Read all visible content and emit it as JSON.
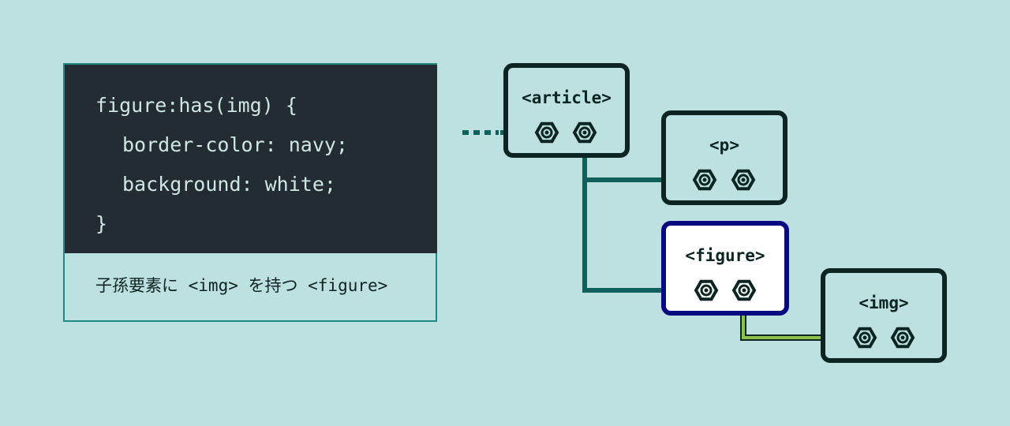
{
  "code": {
    "lines": [
      "figure:has(img) {",
      "border-color: navy;",
      "background: white;",
      "}"
    ],
    "caption": "子孫要素に <img> を持つ <figure>"
  },
  "nodes": {
    "article": "<article>",
    "p": "<p>",
    "figure": "<figure>",
    "img": "<img>"
  },
  "colors": {
    "background": "#bde1e0",
    "code_bg": "#232b33",
    "code_text": "#cfe7e4",
    "node_border": "#0c2523",
    "highlight_border": "#0a0a80",
    "highlight_fill": "#ffffff",
    "connector": "#0f5f5b",
    "highlight_connector": "#8bc34a"
  }
}
